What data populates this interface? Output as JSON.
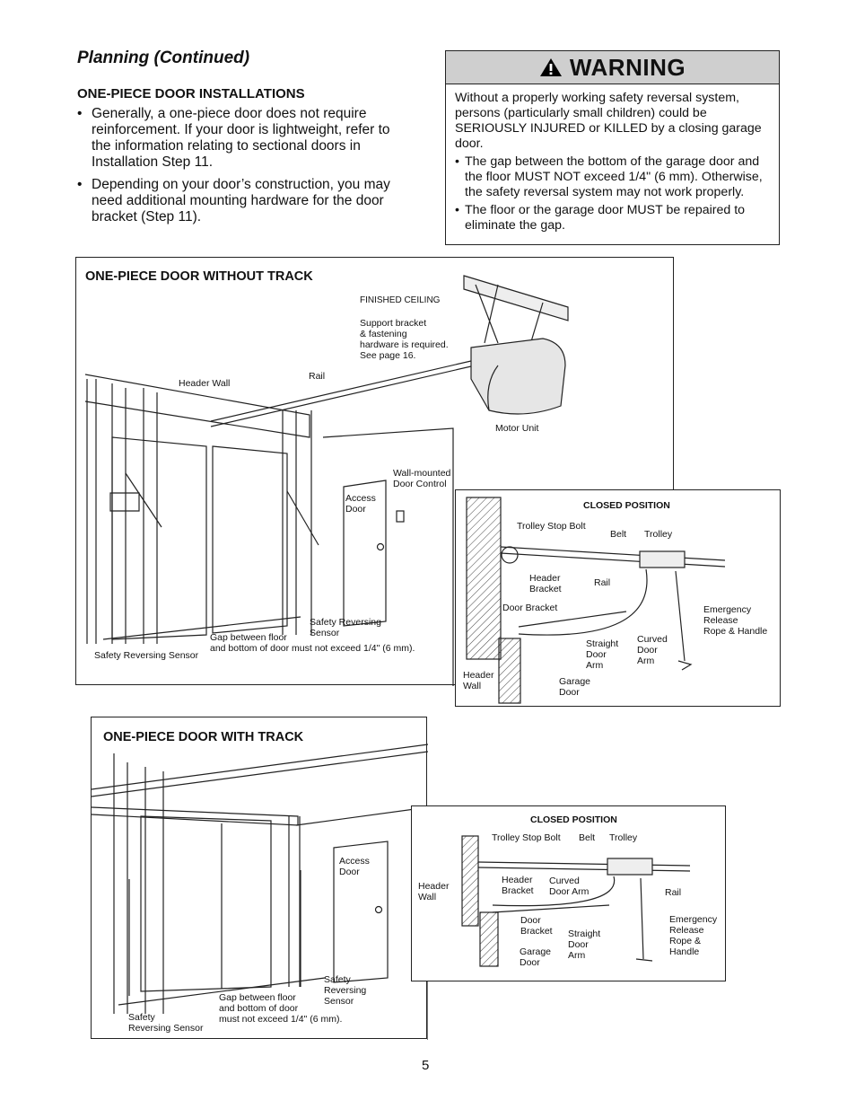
{
  "section_title": "Planning (Continued)",
  "subheading": "ONE-PIECE DOOR INSTALLATIONS",
  "bullets": [
    "Generally, a one-piece door does not require reinforcement. If your door is lightweight, refer to the information relating to sectional doors in Installation Step 11.",
    "Depending on your door’s construction, you may need additional mounting hardware for the door bracket (Step 11)."
  ],
  "warning": {
    "icon": "warning-triangle-icon",
    "title": "WARNING",
    "intro": "Without a properly working safety reversal system, persons (particularly small children) could be SERIOUSLY INJURED or KILLED by a closing garage door.",
    "bullets": [
      "The gap between the bottom of the garage door and the floor MUST NOT exceed 1/4\" (6 mm). Otherwise, the safety reversal system may not work properly.",
      "The floor or the garage door MUST be repaired to eliminate the gap."
    ]
  },
  "figure1": {
    "title": "ONE-PIECE DOOR WITHOUT TRACK",
    "labels": {
      "ceiling": "FINISHED CEILING",
      "support": "Support bracket\n& fastening\nhardware is required.\nSee page 16.",
      "header_wall": "Header Wall",
      "rail": "Rail",
      "motor": "Motor Unit",
      "wall_control": "Wall-mounted\nDoor Control",
      "access_door": "Access\nDoor",
      "sensor_right": "Safety Reversing\nSensor",
      "gap": "Gap between floor\nand bottom of door must not exceed 1/4\" (6 mm).",
      "sensor_left": "Safety Reversing Sensor"
    },
    "inset": {
      "title": "CLOSED POSITION",
      "trolley_stop": "Trolley Stop Bolt",
      "belt": "Belt",
      "trolley": "Trolley",
      "header_bracket": "Header\nBracket",
      "rail": "Rail",
      "door_bracket": "Door Bracket",
      "emergency": "Emergency\nRelease\nRope & Handle",
      "straight_arm": "Straight\nDoor\nArm",
      "curved_arm": "Curved\nDoor\nArm",
      "header_wall": "Header\nWall",
      "garage_door": "Garage\nDoor"
    }
  },
  "figure2": {
    "title": "ONE-PIECE DOOR WITH TRACK",
    "labels": {
      "access_door": "Access\nDoor",
      "sensor_right": "Safety\nReversing\nSensor",
      "gap": "Gap between floor\nand bottom of door\nmust not exceed 1/4\" (6 mm).",
      "sensor_left": "Safety\nReversing Sensor"
    },
    "inset": {
      "title": "CLOSED POSITION",
      "trolley_stop": "Trolley Stop Bolt",
      "belt": "Belt",
      "trolley": "Trolley",
      "header_wall": "Header\nWall",
      "header_bracket": "Header\nBracket",
      "curved_arm": "Curved\nDoor Arm",
      "rail": "Rail",
      "door_bracket": "Door\nBracket",
      "straight_arm": "Straight\nDoor\nArm",
      "garage_door": "Garage\nDoor",
      "emergency": "Emergency\nRelease\nRope &\nHandle"
    }
  },
  "page_number": "5"
}
